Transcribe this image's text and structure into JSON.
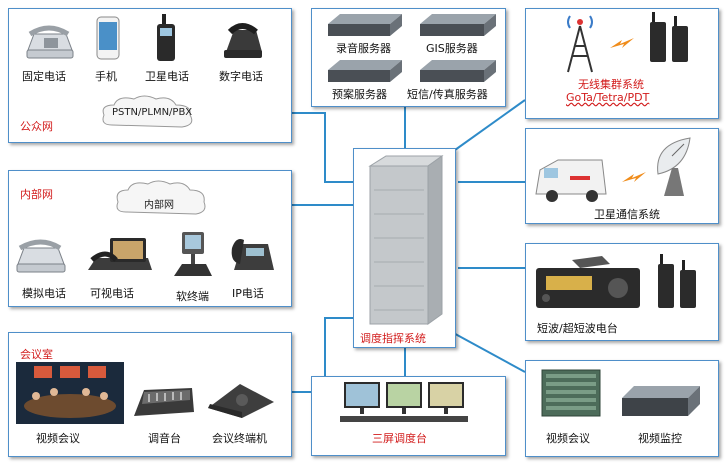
{
  "public_network": {
    "title": "公众网",
    "cloud": "PSTN/PLMN/PBX",
    "devices": [
      "固定电话",
      "手机",
      "卫星电话",
      "数字电话"
    ]
  },
  "internal_network": {
    "title": "内部网",
    "cloud": "内部网",
    "devices": [
      "模拟电话",
      "可视电话",
      "软终端",
      "IP电话"
    ]
  },
  "meeting_room": {
    "title": "会议室",
    "devices": [
      "视频会议",
      "调音台",
      "会议终端机"
    ]
  },
  "servers": {
    "items": [
      "录音服务器",
      "GIS服务器",
      "预案服务器",
      "短信/传真服务器"
    ]
  },
  "center": {
    "label": "调度指挥系统"
  },
  "bottom_center": {
    "label": "三屏调度台"
  },
  "trunking": {
    "line1": "无线集群系统",
    "line2": "GoTa/Tetra/PDT"
  },
  "satellite": {
    "label": "卫星通信系统"
  },
  "shortwave": {
    "label": "短波/超短波电台"
  },
  "video_box": {
    "items": [
      "视频会议",
      "视频监控"
    ]
  },
  "colors": {
    "line": "#2e8bc9",
    "border": "#4f8fc9",
    "label_red": "#d21b1b"
  }
}
